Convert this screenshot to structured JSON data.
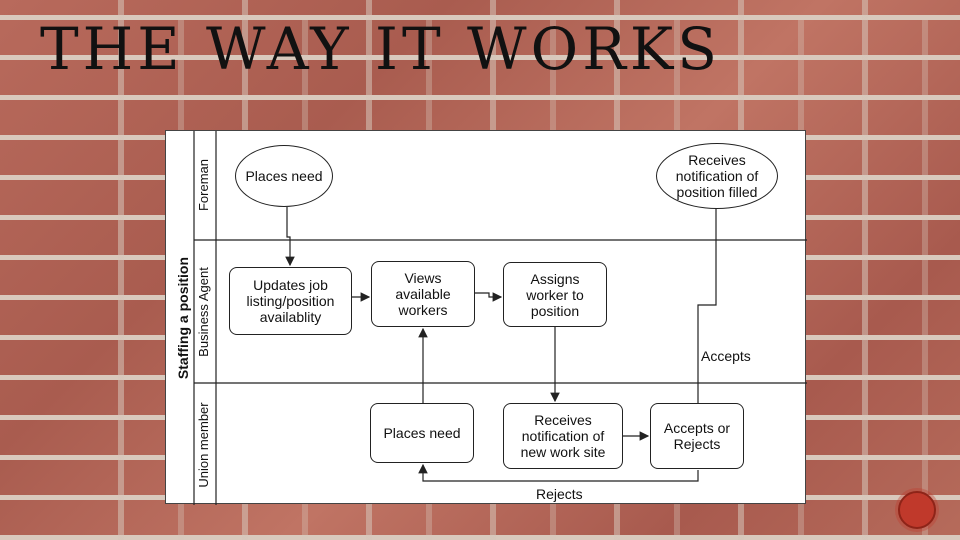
{
  "slide": {
    "title": "THE WAY IT WORKS"
  },
  "diagram": {
    "pool_label": "Staffing a position",
    "lanes": [
      "Foreman",
      "Business Agent",
      "Union member"
    ],
    "nodes": {
      "foreman_places_need": "Places need",
      "receives_notification_filled": "Receives notification of position filled",
      "updates_job_listing": "Updates job listing/position availablity",
      "views_available_workers": "Views available workers",
      "assigns_worker": "Assigns worker to position",
      "member_places_need": "Places need",
      "receives_notification_site": "Receives notification of new work site",
      "accepts_or_rejects": "Accepts or Rejects"
    },
    "edge_labels": {
      "accepts": "Accepts",
      "rejects": "Rejects"
    },
    "colors": {
      "line": "#222222",
      "background": "#ffffff"
    }
  }
}
